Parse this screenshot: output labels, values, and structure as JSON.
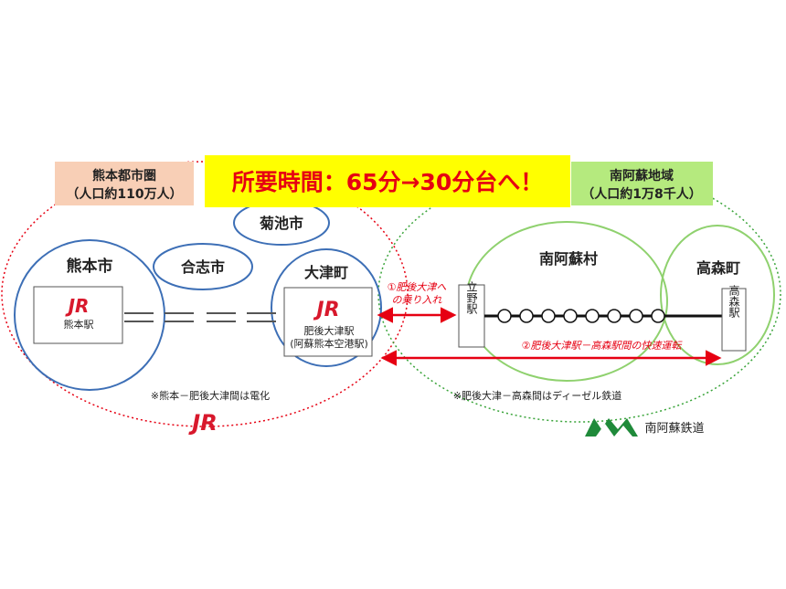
{
  "banner": {
    "text": "所要時間：65分→30分台へ！"
  },
  "kumamoto_area": {
    "name": "熊本都市圏",
    "population": "（人口約110万人）"
  },
  "minamiaso_area": {
    "name": "南阿蘇地域",
    "population": "（人口約1万8千人）"
  },
  "cities": {
    "kumamoto": "熊本市",
    "koshi": "合志市",
    "kikuchi": "菊池市",
    "ozu": "大津町",
    "minamiaso": "南阿蘇村",
    "takamori": "高森町"
  },
  "stations": {
    "kumamoto": "熊本駅",
    "higo_ozu_line1": "肥後大津駅",
    "higo_ozu_line2": "(阿蘇熊本空港駅)",
    "tateno": "立野駅",
    "takamori": "高森駅"
  },
  "logos": {
    "jr": "JR",
    "minamiaso_railway": "南阿蘇鉄道"
  },
  "arrows": {
    "arrow1_line1": "①肥後大津へ",
    "arrow1_line2": "の乗り入れ",
    "arrow2": "②肥後大津駅－高森駅間の快速運転"
  },
  "notes": {
    "electrified": "※熊本－肥後大津間は電化",
    "diesel": "※肥後大津－高森間はディーゼル鉄道"
  },
  "colors": {
    "red": "#e60012",
    "blue_circle": "#3d6fb6",
    "green_circle": "#8fd16e",
    "banner_bg": "#ffff00",
    "kumamoto_label_bg": "#f8cfb6",
    "minamiaso_label_bg": "#b5ea7e"
  }
}
